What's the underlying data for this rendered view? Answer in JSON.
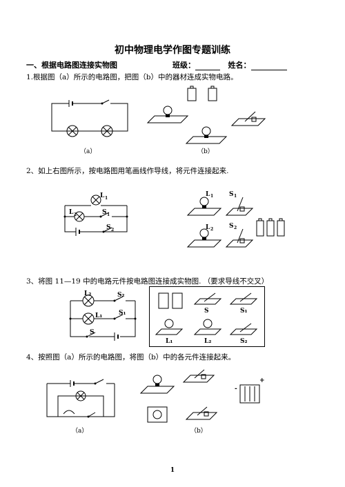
{
  "page": {
    "title": "初中物理电学作图专题训练",
    "section1": "一、根据电路图连接实物图",
    "class_label": "班级：",
    "name_label": "姓名：",
    "page_number": "1"
  },
  "q1": {
    "text": "1.根据图（a）所示的电路图，把图（b）中的器材连成实物电路。",
    "cap_a": "（a）",
    "cap_b": "（b）"
  },
  "q2": {
    "text": "2、如上右图所示，按电路图用笔画线作导线，将元件连接起来.",
    "labels": {
      "l1": "L",
      "l1_sub": "1",
      "l2": "L",
      "l2_sub": "2",
      "s1": "S",
      "s1_sub": "1",
      "s2": "S",
      "s2_sub": "2"
    }
  },
  "q3": {
    "text": "3、将图 11—19 中的电路元件按电路图连接成实物图.   （要求导线不交叉）",
    "labels": {
      "l2": "L₂",
      "l1": "L₁",
      "s": "S",
      "s1": "S₁",
      "s2": "S₂"
    }
  },
  "q4": {
    "text": "4、按照图（a）所示的电路图，将图（b）中的各元件连接起来。",
    "cap_a": "（a）",
    "cap_b": "（b）",
    "plus": "+",
    "minus": "-"
  }
}
